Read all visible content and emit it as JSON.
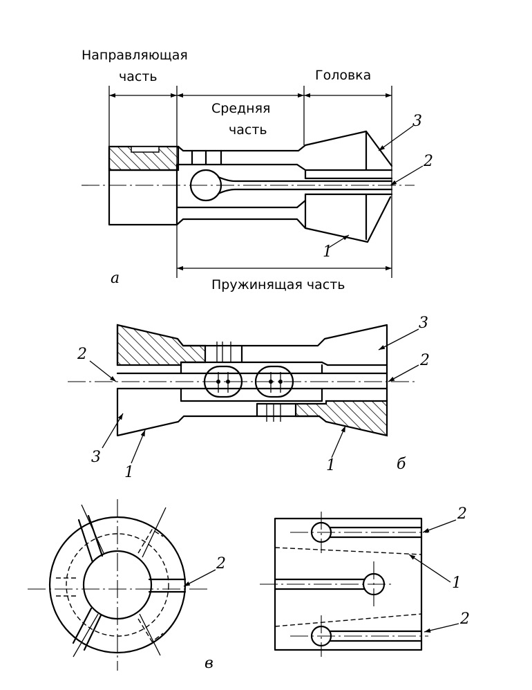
{
  "labels": {
    "guide_part_line1": "Направляющая",
    "guide_part_line2": "часть",
    "head": "Головка",
    "middle_part_line1": "Средняя",
    "middle_part_line2": "часть",
    "spring_part": "Пружинящая часть"
  },
  "sublabels": {
    "a": "а",
    "b": "б",
    "v": "в"
  },
  "callouts": {
    "one": "1",
    "two": "2",
    "three": "3"
  }
}
